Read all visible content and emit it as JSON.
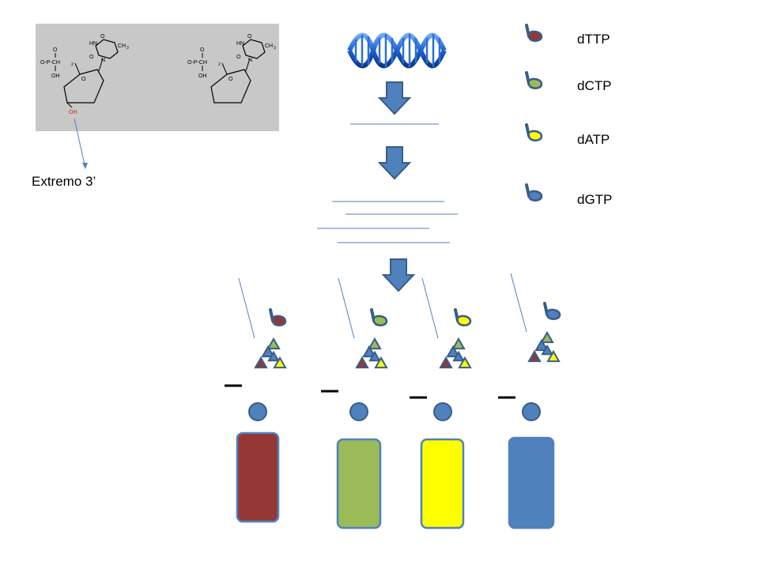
{
  "annotation": {
    "label": "Extremo 3’"
  },
  "nucleotides": [
    {
      "label": "dTTP",
      "color": "#953735"
    },
    {
      "label": "dCTP",
      "color": "#9bbb59"
    },
    {
      "label": "dATP",
      "color": "#ffff00"
    },
    {
      "label": "dGTP",
      "color": "#4f81bd"
    }
  ],
  "structures": [
    {
      "phosphate": "O-P-CH",
      "phosphate_sub": "2",
      "o_top": "O",
      "oh_left": "OH",
      "ring_o": "O",
      "base_nh": "HN",
      "base_n": "N",
      "base_o1": "O",
      "base_o2": "O",
      "methyl": "CH",
      "methyl_sub": "3",
      "hydroxyl_3": "OH"
    },
    {
      "phosphate": "O-P-CH",
      "phosphate_sub": "2",
      "o_top": "O",
      "oh_left": "OH",
      "ring_o": "O",
      "base_nh": "HN",
      "base_n": "N",
      "base_o1": "O",
      "base_o2": "O",
      "methyl": "CH",
      "methyl_sub": "3"
    }
  ],
  "colors": {
    "arrow": "#4f81bd",
    "dna": "#2d6fd0",
    "hydroxyl": "#e02020",
    "line": "#4f81bd",
    "outline": "#385d8a"
  },
  "lanes": [
    {
      "fill": "#953735",
      "pellet_color": "#953735"
    },
    {
      "fill": "#9bbb59",
      "pellet_color": "#9bbb59"
    },
    {
      "fill": "#ffff00",
      "pellet_color": "#ffff00"
    },
    {
      "fill": "#4f81bd",
      "pellet_color": "#4f81bd"
    }
  ]
}
